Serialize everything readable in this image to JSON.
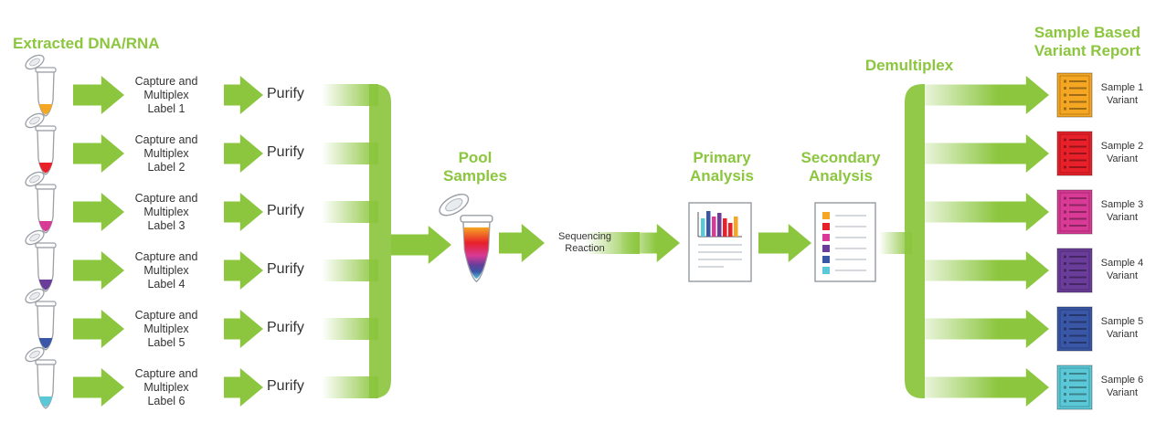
{
  "headings": {
    "extracted": "Extracted DNA/RNA",
    "pool": "Pool\nSamples",
    "primary": "Primary\nAnalysis",
    "secondary": "Secondary\nAnalysis",
    "demultiplex": "Demultiplex",
    "report": "Sample Based\nVariant Report"
  },
  "sequencing": "Sequencing\nReaction",
  "purify": "Purify",
  "rows": [
    {
      "capture": "Capture and\nMultiplex\nLabel 1",
      "tube_color": "#f5a623",
      "report_color": "#f5a623",
      "report_label": "Sample 1\nVariant"
    },
    {
      "capture": "Capture and\nMultiplex\nLabel 2",
      "tube_color": "#e8202a",
      "report_color": "#e8202a",
      "report_label": "Sample 2\nVariant"
    },
    {
      "capture": "Capture and\nMultiplex\nLabel 3",
      "tube_color": "#d83a96",
      "report_color": "#d83a96",
      "report_label": "Sample 3\nVariant"
    },
    {
      "capture": "Capture and\nMultiplex\nLabel 4",
      "tube_color": "#6a3d9a",
      "report_color": "#6a3d9a",
      "report_label": "Sample 4\nVariant"
    },
    {
      "capture": "Capture and\nMultiplex\nLabel 5",
      "tube_color": "#3a57a7",
      "report_color": "#3a57a7",
      "report_label": "Sample 5\nVariant"
    },
    {
      "capture": "Capture and\nMultiplex\nLabel 6",
      "tube_color": "#5bc8d8",
      "report_color": "#5bc8d8",
      "report_label": "Sample 6\nVariant"
    }
  ],
  "colors": {
    "arrow": "#8cc63f",
    "heading": "#8cc63f",
    "text": "#333333"
  },
  "icons": {
    "tube": "microcentrifuge-tube-icon",
    "pool_tube": "pooled-tube-icon",
    "primary_doc": "bar-chart-document-icon",
    "secondary_doc": "color-list-document-icon",
    "report": "report-document-icon"
  }
}
